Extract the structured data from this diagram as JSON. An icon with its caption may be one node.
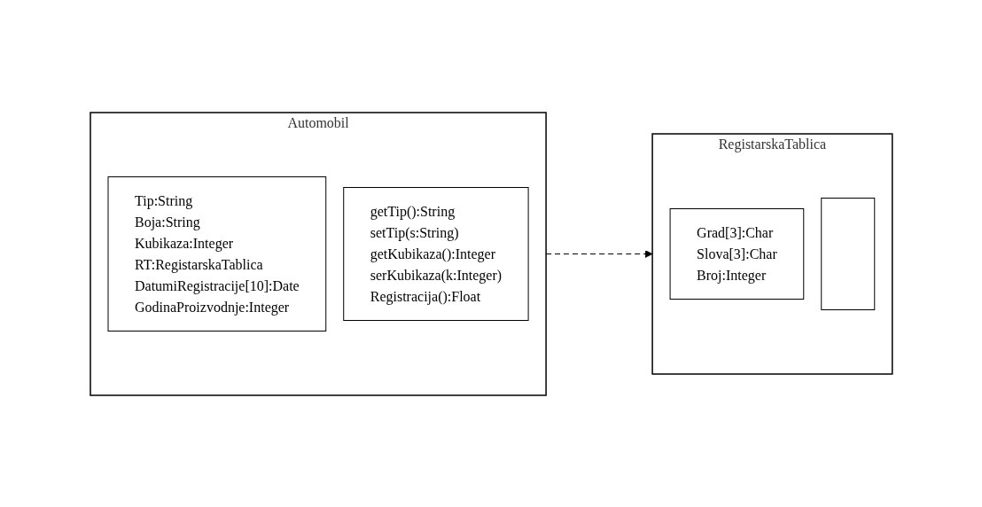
{
  "diagram": {
    "nodes": [
      {
        "text": [
          "Automobil"
        ]
      },
      {
        "text": [
          "Tip:String",
          "Boja:String",
          "Kubikaza:Integer",
          "RT:RegistarskaTablica",
          "DatumiRegistracije[10]:Date",
          "GodinaProizvodnje:Integer"
        ],
        "in": 0
      },
      {
        "text": [
          "getTip():String",
          "setTip(s:String)",
          "getKubikaza():Integer",
          "serKubikaza(k:Integer)",
          "Registracija():Float"
        ],
        "in": 0
      },
      {
        "text": [
          "RegistarskaTablica"
        ]
      },
      {
        "text": [
          "Grad[3]:Char",
          "Slova[3]:Char",
          "Broj:Integer"
        ],
        "in": 3
      },
      {
        "text": [],
        "shape": "box",
        "in": 3
      }
    ],
    "edges": [
      {
        "from": 0,
        "to": 3,
        "arrow": "to",
        "style": "dashed"
      }
    ]
  }
}
